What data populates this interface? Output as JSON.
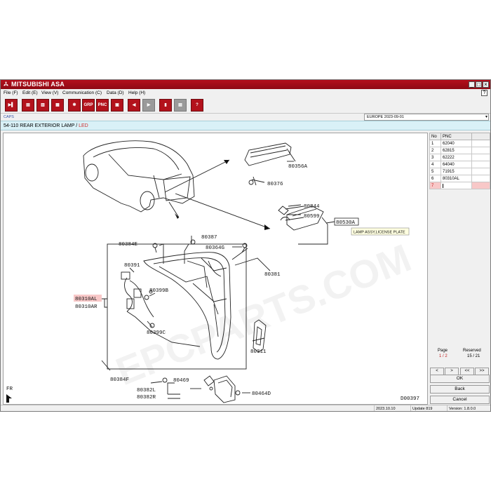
{
  "window": {
    "title": "MITSUBISHI ASA",
    "controls": [
      "_",
      "□",
      "×"
    ]
  },
  "menu": [
    "File (F)",
    "Edit (E)",
    "View (V)",
    "Communication (C)",
    "Data (D)",
    "Help (H)"
  ],
  "toolbar": {
    "buttons": [
      {
        "name": "exit",
        "glyph": "▶▌"
      },
      {
        "name": "save",
        "glyph": "▤"
      },
      {
        "name": "print",
        "glyph": "▥"
      },
      {
        "name": "copy",
        "glyph": "▦"
      },
      {
        "name": "tools",
        "glyph": "✱"
      },
      {
        "name": "group",
        "glyph": "GRP"
      },
      {
        "name": "pnc",
        "glyph": "PNC"
      },
      {
        "name": "grid",
        "glyph": "▣"
      },
      {
        "name": "prev",
        "glyph": "◀"
      },
      {
        "name": "next",
        "glyph": "▶"
      },
      {
        "name": "attach",
        "glyph": "▮"
      },
      {
        "name": "list",
        "glyph": "▤"
      },
      {
        "name": "help",
        "glyph": "?"
      }
    ]
  },
  "info": {
    "caps_label": "CAPS",
    "region": "EUROPE   2023-09-01"
  },
  "category": {
    "code_title": "54-110  REAR EXTERIOR LAMP / ",
    "highlight": "LED"
  },
  "diagram": {
    "labels": [
      {
        "id": "l80356a",
        "text": "80356A"
      },
      {
        "id": "l80376",
        "text": "80376"
      },
      {
        "id": "l80844",
        "text": "80844"
      },
      {
        "id": "l80599",
        "text": "80599"
      },
      {
        "id": "l80530a",
        "text": "80530A"
      },
      {
        "id": "l80387",
        "text": "80387"
      },
      {
        "id": "l80384e",
        "text": "80384E"
      },
      {
        "id": "l80364g",
        "text": "80364G"
      },
      {
        "id": "l80391",
        "text": "80391"
      },
      {
        "id": "l80399b",
        "text": "80399B"
      },
      {
        "id": "l80381",
        "text": "80381"
      },
      {
        "id": "l80310al",
        "text": "80310AL"
      },
      {
        "id": "l80310ar",
        "text": "80310AR"
      },
      {
        "id": "l80399c",
        "text": "80399C"
      },
      {
        "id": "l80311",
        "text": "80311"
      },
      {
        "id": "l80384f",
        "text": "80384F"
      },
      {
        "id": "l80469",
        "text": "80469"
      },
      {
        "id": "l80382l",
        "text": "80382L"
      },
      {
        "id": "l80382r",
        "text": "80382R"
      },
      {
        "id": "l80464d",
        "text": "80464D"
      },
      {
        "id": "lfr",
        "text": "FR"
      },
      {
        "id": "lfig",
        "text": "D00397"
      }
    ],
    "tooltip": "LAMP ASSY,LICENSE PLATE"
  },
  "pnc_table": {
    "headers": [
      "No",
      "PNC"
    ],
    "rows": [
      {
        "no": "1",
        "pnc": "62040"
      },
      {
        "no": "2",
        "pnc": "62815"
      },
      {
        "no": "3",
        "pnc": "62222"
      },
      {
        "no": "4",
        "pnc": "64040"
      },
      {
        "no": "5",
        "pnc": "71915"
      },
      {
        "no": "6",
        "pnc": "80310AL"
      },
      {
        "no": "7",
        "pnc": ""
      }
    ]
  },
  "paging": {
    "page_label": "Page",
    "page_value": "1 / 2",
    "reserved_label": "Reserved",
    "reserved_value": "15 / 21",
    "nav": [
      "<",
      ">",
      "<<",
      ">>"
    ]
  },
  "actions": {
    "ok": "OK",
    "back": "Back",
    "cancel": "Cancel"
  },
  "status": {
    "date": "2023.10.10",
    "update": "Update 819",
    "version": "Version: 1.8.0.0"
  },
  "colors": {
    "brand": "#b40f1c",
    "highlight_row": "#f8c8c8",
    "category_bg": "#d9f1f7"
  }
}
